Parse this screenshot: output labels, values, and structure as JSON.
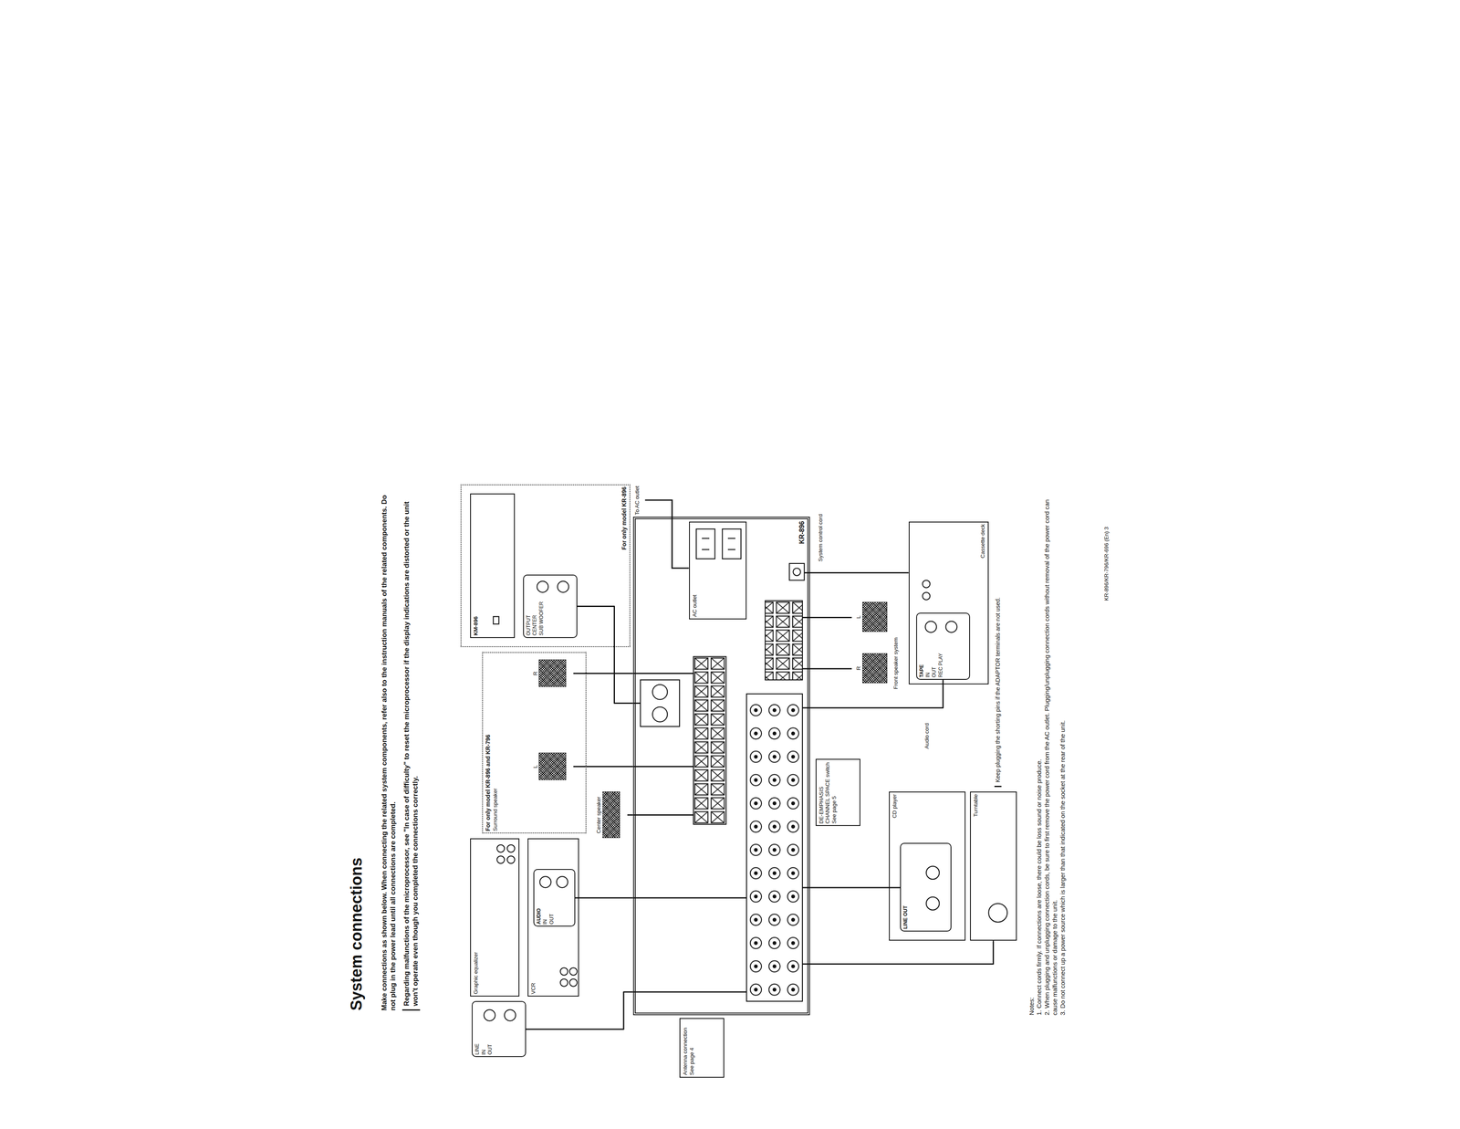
{
  "diagram": {
    "title": "System connections",
    "nodes": [
      {
        "text": [
          "Graphic equalizer"
        ]
      },
      {
        "text": [
          "LINE",
          "IN",
          "OUT"
        ]
      },
      {
        "text": [
          "VCR"
        ]
      },
      {
        "text": [
          "AUDIO",
          "IN",
          "OUT"
        ],
        "in": 2
      },
      {
        "text": [
          "Antenna connection See page 4"
        ]
      },
      {
        "text": [
          "For only model KR-896 and KR-796",
          "Surround speaker"
        ]
      },
      {
        "text": [
          "R"
        ],
        "in": 5
      },
      {
        "text": [
          "L"
        ],
        "in": 5
      },
      {
        "text": [
          "Center speaker"
        ]
      },
      {
        "text": [
          "For only model KR-896"
        ]
      },
      {
        "text": [
          "KM-896"
        ],
        "in": 9
      },
      {
        "text": [
          "OUTPUT",
          "CENTER",
          "SUB WOOFER"
        ],
        "in": 9
      },
      {
        "text": [
          "KR-896"
        ]
      },
      {
        "text": [
          "AC outlet"
        ],
        "in": 12
      },
      {
        "text": [
          "DE-EMPHASIS CHANNEL SPACE switch See page 5"
        ]
      },
      {
        "text": [
          "R"
        ]
      },
      {
        "text": [
          "L"
        ]
      },
      {
        "text": [
          "Cassette deck"
        ]
      },
      {
        "text": [
          "TAPE",
          "IN",
          "OUT",
          "REC PLAY"
        ],
        "in": 17
      },
      {
        "text": [
          "CD player"
        ]
      },
      {
        "text": [
          "LINE OUT"
        ],
        "in": 19
      },
      {
        "text": [
          "Turntable"
        ]
      }
    ],
    "edges": [
      {
        "from": 1,
        "to": 12,
        "arrow": "none"
      },
      {
        "from": 3,
        "to": 12,
        "arrow": "none"
      },
      {
        "from": 6,
        "to": 12,
        "arrow": "none"
      },
      {
        "from": 7,
        "to": 12,
        "arrow": "none"
      },
      {
        "from": 8,
        "to": 12,
        "arrow": "none"
      },
      {
        "from": 11,
        "to": 12,
        "arrow": "none"
      },
      {
        "from": 15,
        "to": 12,
        "arrow": "none"
      },
      {
        "from": 16,
        "to": 12,
        "arrow": "none"
      },
      {
        "from": 18,
        "to": 12,
        "arrow": "none"
      },
      {
        "from": 20,
        "to": 12,
        "arrow": "none"
      },
      {
        "from": 21,
        "to": 12,
        "arrow": "none"
      },
      {
        "from": 12,
        "to": 17,
        "arrow": "none"
      }
    ],
    "labels": [
      "Make connections as shown below. When connecting the related system components, refer also to the instruction manuals of the related components. Do not plug in the power lead until all connections are completed.",
      "Regarding malfunctions of the microprocessor, see \"In case of difficulty\" to reset the microprocessor if the display indications are distorted or the unit won't operate even though you completed the connections correctly.",
      "Front speaker system",
      "System control cord",
      "Audio cord",
      "To AC outlet",
      "Keep plugging the shorting pins if the ADAPTOR terminals are not used.",
      "Notes:",
      "1. Connect cords firmly. If connections are loose, there could be loss sound or noise produce.",
      "2. When plugging and unplugging connection cords, be sure to first remove the power cord from the AC outlet. Plugging/unplugging connection cords without removal of the power cord can cause malfunctions or damage to the unit.",
      "3. Do not connect up a power source which is larger than that indicated on the socket at the rear of the unit.",
      "KR-896/KR-796/KR-696 (En) 3"
    ]
  }
}
